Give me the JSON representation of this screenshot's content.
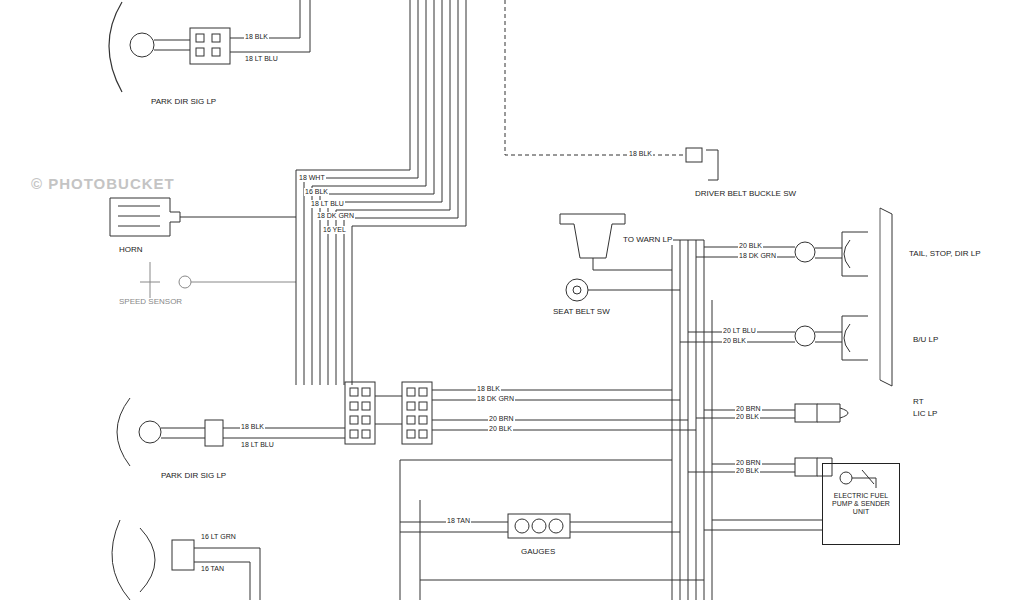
{
  "diagram": {
    "nodes": [
      {
        "text": [
          "ELECTRIC FUEL PUMP & SENDER UNIT"
        ]
      }
    ],
    "labels": [
      "© PHOTOBUCKET",
      "PARK DIR SIG LP",
      "18 BLK",
      "18 LT BLU",
      "HORN",
      "18 WHT",
      "16 BLK",
      "18 LT BLU",
      "18 DK GRN",
      "16 YEL",
      "SPEED SENSOR",
      "PARK DIR SIG LP",
      "18 BLK",
      "18 LT BLU",
      "16 LT GRN",
      "16 TAN",
      "18 BLK",
      "DRIVER BELT BUCKLE SW",
      "TO WARN LP",
      "SEAT BELT SW",
      "20 BLK",
      "18 DK GRN",
      "TAIL, STOP, DIR LP",
      "20 LT BLU",
      "20 BLK",
      "B/U LP",
      "RT",
      "LIC LP",
      "20 BRN",
      "20 BLK",
      "20 BRN",
      "20 BLK",
      "18 BLK",
      "18 DK GRN",
      "20 BRN",
      "20 BLK",
      "18 TAN",
      "GAUGES"
    ]
  }
}
